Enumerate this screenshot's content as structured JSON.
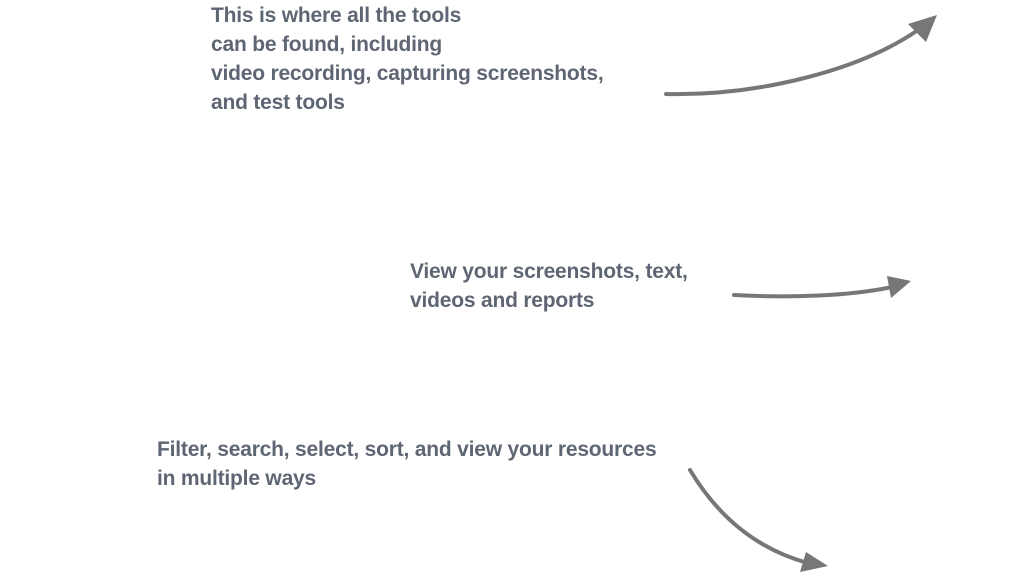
{
  "annotations": {
    "tools": [
      "This is where all the tools",
      "can be found, including",
      "video recording, capturing screenshots,",
      "and test tools"
    ],
    "library": [
      "View  your screenshots, text,",
      "videos and reports"
    ],
    "filter": [
      "Filter, search, select, sort, and view your resources",
      "in multiple ways"
    ]
  },
  "colors": {
    "text": "#5f6673",
    "arrow": "#777777"
  }
}
